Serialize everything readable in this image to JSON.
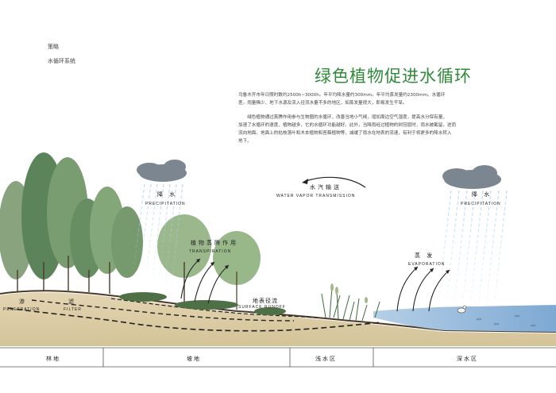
{
  "header": {
    "section": "策略",
    "subsection": "水循环系统"
  },
  "title": "绿色植物促进水循环",
  "paragraphs": [
    "乌鲁木齐市年日照时数约2500h~3000h。年平均降水量约300mm。年平均蒸发量约2300mm。水循环",
    "差。雨量稀少、地下水源及流入径流水量不多的地区，如蒸发量很大，即易发生干旱。",
    "　　绿色植物通过蒸腾作用参与生物圈的水循环，改善当地小气候，增加周边空气湿度，提高水分保有量，",
    "加速了水循环的速度，植物越多，它的水循环功能越好。此外，当降雨经过植物的树冠层时，雨水被截留，进而",
    "流向地面。地面上的枯枝落叶和木本植物和苔藓植物等，减缓了雨水在地表的流速，有利于将更多的降水转入",
    "地下。"
  ],
  "labels": {
    "precip_left": {
      "cn": "降 水",
      "en": "PRECIPITATION"
    },
    "precip_right": {
      "cn": "降 水",
      "en": "PRECIPITATION"
    },
    "vapor": {
      "cn": "水汽输送",
      "en": "WATER VAPOR TRANSMISSION"
    },
    "transpiration": {
      "cn": "植物蒸腾作用",
      "en": "TRANSPIRATION"
    },
    "evaporation": {
      "cn": "蒸 发",
      "en": "EVAPORATION"
    },
    "runoff": {
      "cn": "地表径流",
      "en": "SURFACE RUNOFF"
    },
    "penetration": {
      "cn": "渗",
      "en": "PENETRATION"
    },
    "filter": {
      "cn": "滤",
      "en": "FILTER"
    }
  },
  "zones": [
    "林地",
    "坡地",
    "浅水区",
    "深水区"
  ],
  "colors": {
    "title": "#2f8a3a",
    "soil": "#d9c9a3",
    "water": "#8fb6dc",
    "rain": "#9fd3ea",
    "cloud": "#7c8690",
    "tree": "#5f8a5a"
  }
}
